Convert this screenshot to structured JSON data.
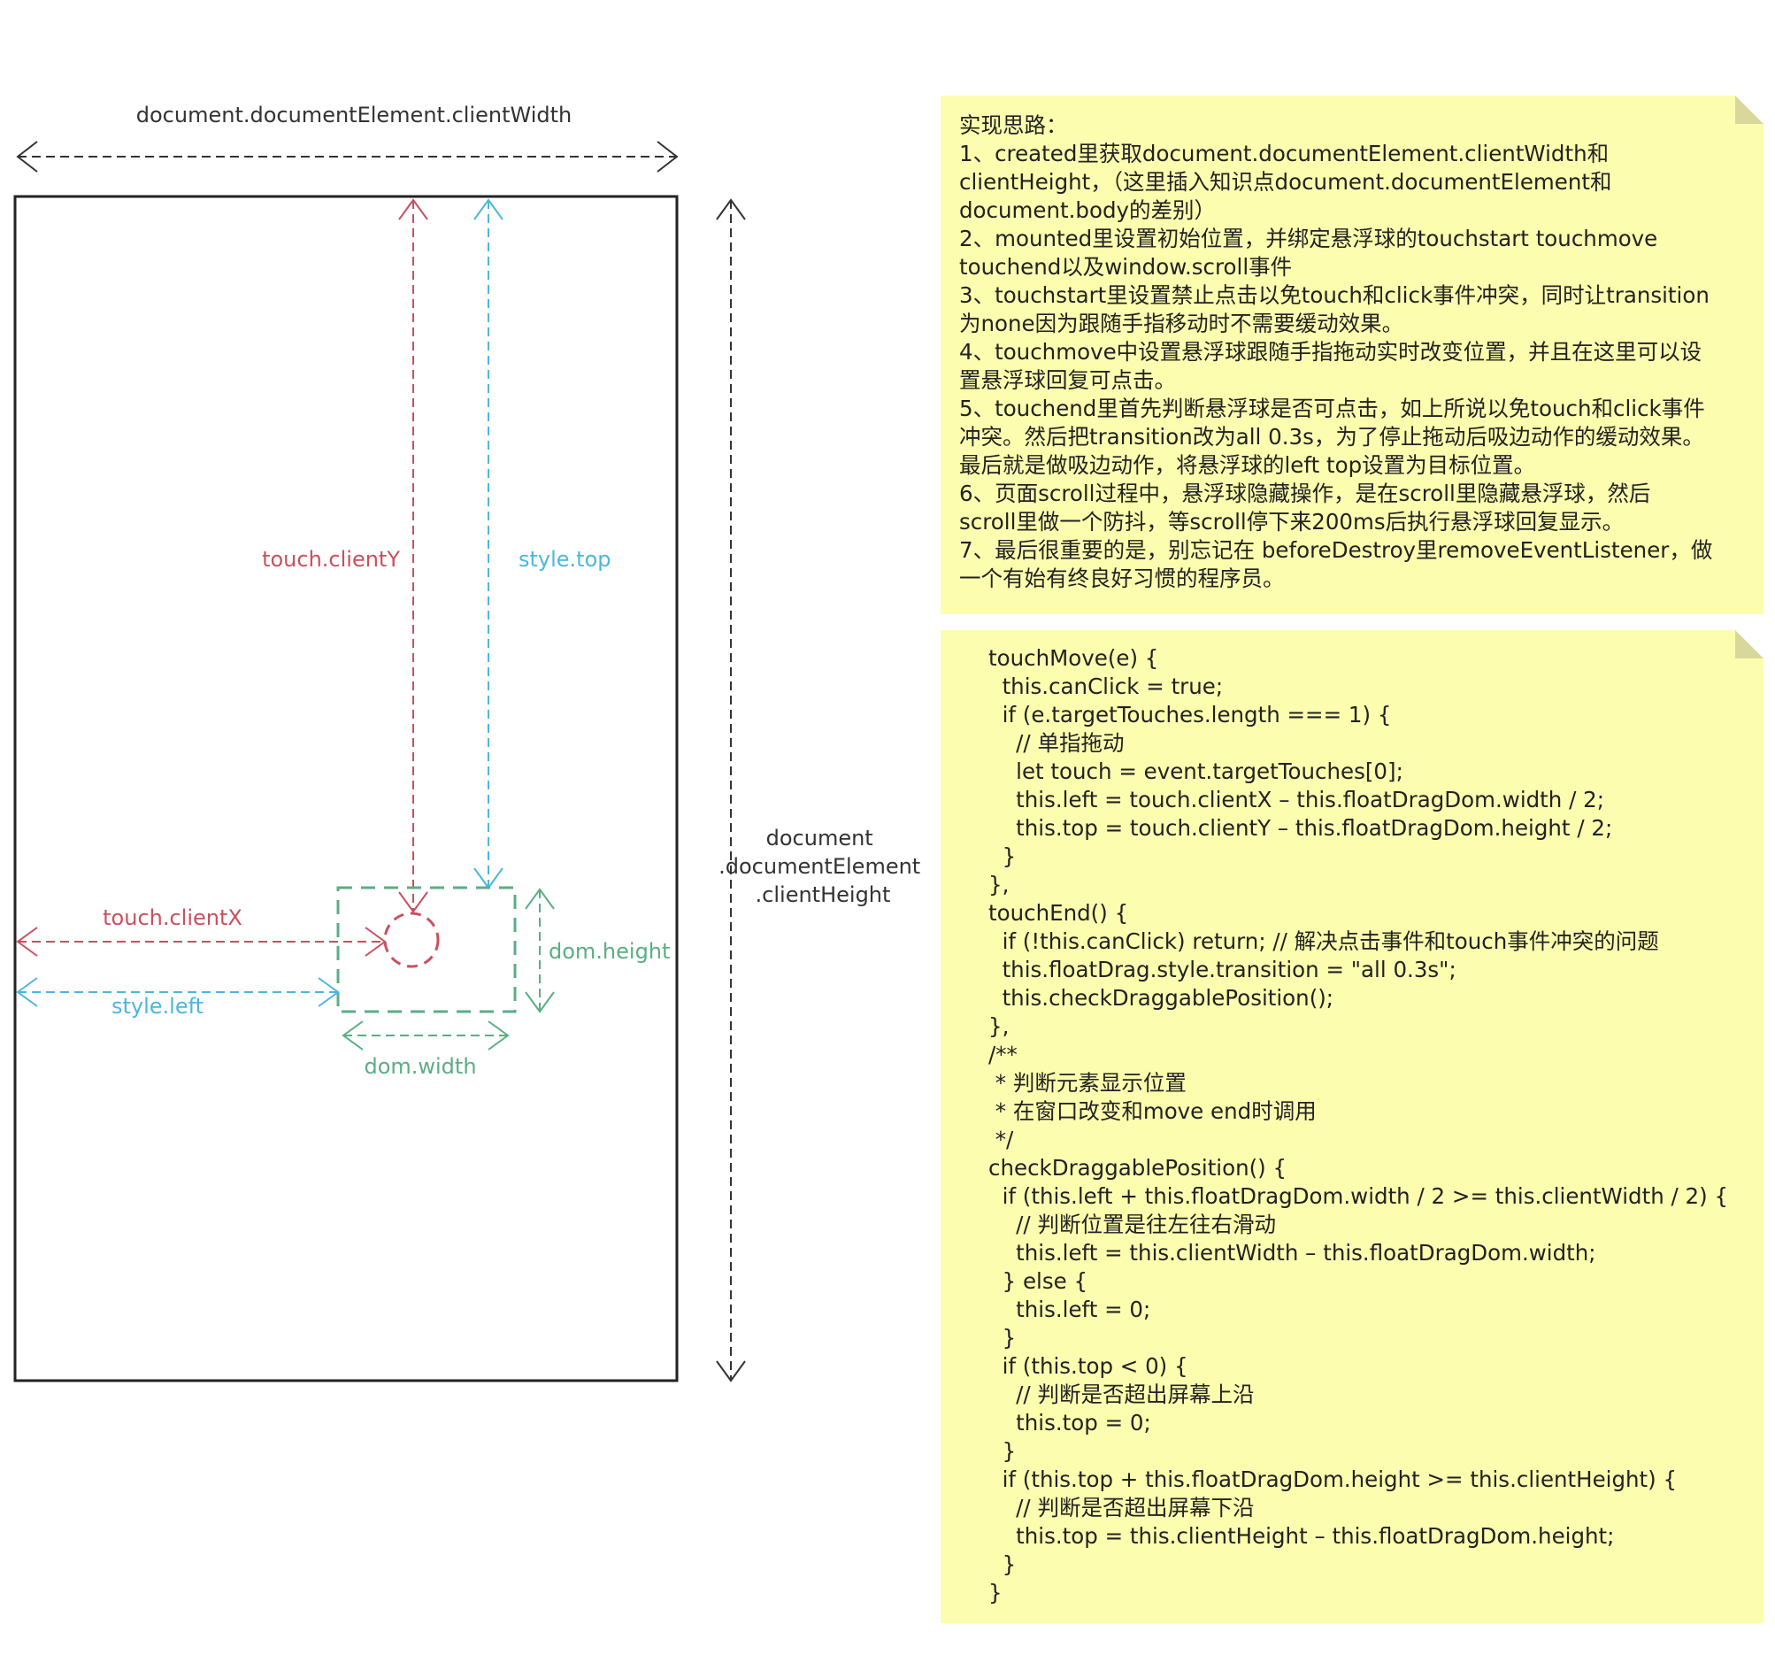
{
  "diagram": {
    "labels": {
      "client_width": "document.documentElement.clientWidth",
      "client_height_lines": [
        "document",
        ".documentElement",
        ".clientHeight"
      ],
      "touch_client_y": "touch.clientY",
      "style_top": "style.top",
      "touch_client_x": "touch.clientX",
      "style_left": "style.left",
      "dom_height": "dom.height",
      "dom_width": "dom.width"
    },
    "colors": {
      "frame": "#222222",
      "dimension": "#333333",
      "touch": "#c9505e",
      "style": "#4cb6e0",
      "dom": "#5aae84",
      "note_background": "#fdfdaf"
    }
  },
  "notes": {
    "ideas": [
      "实现思路：",
      "1、created里获取document.documentElement.clientWidth和",
      "clientHeight，（这里插入知识点document.documentElement和",
      "document.body的差别）",
      "2、mounted里设置初始位置，并绑定悬浮球的touchstart touchmove",
      "touchend以及window.scroll事件",
      "3、touchstart里设置禁止点击以免touch和click事件冲突，同时让transition",
      "为none因为跟随手指移动时不需要缓动效果。",
      "4、touchmove中设置悬浮球跟随手指拖动实时改变位置，并且在这里可以设",
      "置悬浮球回复可点击。",
      "5、touchend里首先判断悬浮球是否可点击，如上所说以免touch和click事件",
      "冲突。然后把transition改为all 0.3s，为了停止拖动后吸边动作的缓动效果。",
      "最后就是做吸边动作，将悬浮球的left top设置为目标位置。",
      "6、页面scroll过程中，悬浮球隐藏操作，是在scroll里隐藏悬浮球，然后",
      "scroll里做一个防抖，等scroll停下来200ms后执行悬浮球回复显示。",
      "7、最后很重要的是，别忘记在 beforeDestroy里removeEventListener，做",
      "一个有始有终良好习惯的程序员。"
    ],
    "code": [
      "touchMove(e) {",
      "  this.canClick = true;",
      "  if (e.targetTouches.length === 1) {",
      "    // 单指拖动",
      "    let touch = event.targetTouches[0];",
      "    this.left = touch.clientX – this.floatDragDom.width / 2;",
      "    this.top = touch.clientY – this.floatDragDom.height / 2;",
      "  }",
      "},",
      "touchEnd() {",
      "  if (!this.canClick) return; // 解决点击事件和touch事件冲突的问题",
      "  this.floatDrag.style.transition = \"all 0.3s\";",
      "  this.checkDraggablePosition();",
      "},",
      "/**",
      " * 判断元素显示位置",
      " * 在窗口改变和move end时调用",
      " */",
      "checkDraggablePosition() {",
      "  if (this.left + this.floatDragDom.width / 2 >= this.clientWidth / 2) {",
      "    // 判断位置是往左往右滑动",
      "    this.left = this.clientWidth – this.floatDragDom.width;",
      "  } else {",
      "    this.left = 0;",
      "  }",
      "  if (this.top < 0) {",
      "    // 判断是否超出屏幕上沿",
      "    this.top = 0;",
      "  }",
      "  if (this.top + this.floatDragDom.height >= this.clientHeight) {",
      "    // 判断是否超出屏幕下沿",
      "    this.top = this.clientHeight – this.floatDragDom.height;",
      "  }",
      "}"
    ]
  }
}
